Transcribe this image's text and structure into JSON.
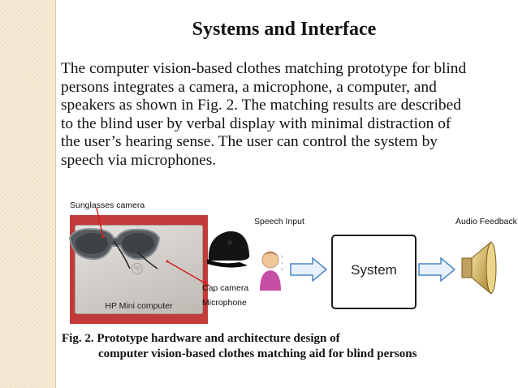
{
  "slide": {
    "title": "Systems and Interface",
    "paragraph_lines": [
      "The computer vision-based clothes matching prototype for blind",
      "persons integrates a camera, a microphone, a computer, and",
      "speakers as shown in Fig. 2. The matching results are described",
      "to the blind user by verbal display with minimal distraction of",
      "the user’s hearing sense. The user can control the system by",
      "speech via microphones."
    ],
    "figure": {
      "labels": {
        "sunglasses_camera": "Sunglasses camera",
        "cap_camera": "Cap camera",
        "microphone": "Microphone",
        "hp_mini": "HP Mini computer",
        "speech_input": "Speech Input",
        "system": "System",
        "audio_feedback": "Audio Feedback"
      }
    },
    "caption_lines": [
      "Fig. 2. Prototype hardware and architecture design of",
      "computer vision-based clothes matching aid for blind persons"
    ]
  },
  "colors": {
    "side_strip": "#f6ecd6",
    "photo_background": "#c23a3a",
    "arrow_fill": "#e8f1fb",
    "arrow_stroke": "#4a86c5",
    "pointer_red": "#d21f1f"
  }
}
